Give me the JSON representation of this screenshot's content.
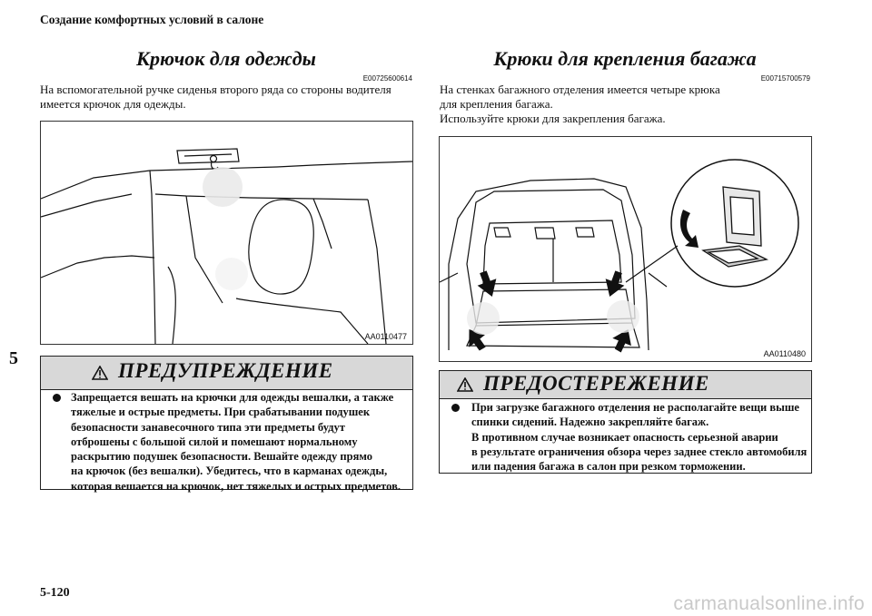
{
  "header": "Создание комфортных условий в салоне",
  "chapter_tab": "5",
  "page_number": "5-120",
  "watermark": "carmanualsonline.info",
  "left": {
    "title": "Крючок для одежды",
    "code": "E00725600614",
    "text": [
      "На вспомогательной ручке сиденья второго ряда со стороны водителя",
      "имеется крючок для одежды."
    ],
    "figure_label": "AA0110477",
    "warning": {
      "icon": "warning-triangle-icon",
      "title": "ПРЕДУПРЕЖДЕНИЕ",
      "lines": [
        "Запрещается вешать на крючки для одежды вешалки, а также",
        "тяжелые и острые предметы. При срабатывании подушек",
        "безопасности занавесочного типа эти предметы будут",
        "отброшены с большой силой и помешают нормальному",
        "раскрытию подушек безопасности. Вешайте одежду прямо",
        "на крючок (без вешалки). Убедитесь, что в карманах одежды,",
        "которая вешается на крючок, нет тяжелых и острых предметов."
      ]
    }
  },
  "right": {
    "title": "Крюки для крепления багажа",
    "code": "E00715700579",
    "text": [
      "На стенках багажного отделения имеется четыре крюка",
      "для крепления багажа.",
      "Используйте крюки для закрепления багажа."
    ],
    "figure_label": "AA0110480",
    "caution": {
      "icon": "warning-triangle-icon",
      "title": "ПРЕДОСТЕРЕЖЕНИЕ",
      "lines": [
        "При загрузке багажного отделения не располагайте вещи выше",
        "спинки сидений. Надежно закрепляйте багаж.",
        "В противном случае возникает опасность серьезной аварии",
        "в результате ограничения обзора через заднее стекло автомобиля",
        "или падения багажа в салон при резком торможении."
      ]
    }
  }
}
